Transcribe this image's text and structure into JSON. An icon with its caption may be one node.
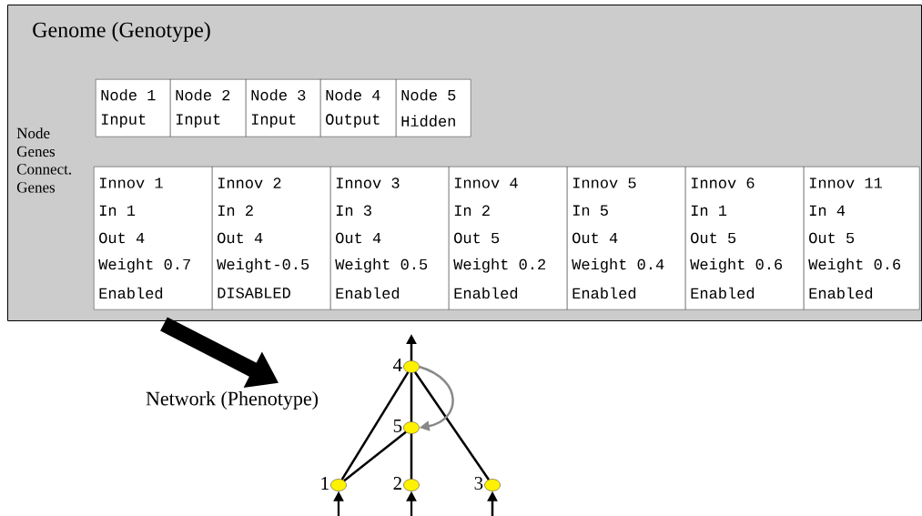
{
  "diagram": {
    "nodes": [
      {
        "text": [
          "Genome (Genotype)"
        ]
      },
      {
        "text": [
          "Node 1",
          "Input"
        ],
        "in": 0
      },
      {
        "text": [
          "Node 2",
          "Input"
        ],
        "in": 0
      },
      {
        "text": [
          "Node 3",
          "Input"
        ],
        "in": 0
      },
      {
        "text": [
          "Node 4",
          "Output"
        ],
        "in": 0
      },
      {
        "text": [
          "Node 5",
          "Hidden"
        ],
        "in": 0
      },
      {
        "text": [
          "Innov 1",
          "In 1",
          "Out 4",
          "Weight 0.7",
          "Enabled"
        ],
        "in": 0
      },
      {
        "text": [
          "Innov 2",
          "In 2",
          "Out 4",
          "Weight-0.5",
          "DISABLED"
        ],
        "in": 0
      },
      {
        "text": [
          "Innov 3",
          "In 3",
          "Out 4",
          "Weight 0.5",
          "Enabled"
        ],
        "in": 0
      },
      {
        "text": [
          "Innov 4",
          "In 2",
          "Out 5",
          "Weight 0.2",
          "Enabled"
        ],
        "in": 0
      },
      {
        "text": [
          "Innov 5",
          "In 5",
          "Out 4",
          "Weight 0.4",
          "Enabled"
        ],
        "in": 0
      },
      {
        "text": [
          "Innov 6",
          "In 1",
          "Out 5",
          "Weight 0.6",
          "Enabled"
        ],
        "in": 0
      },
      {
        "text": [
          "Innov 11",
          "In 4",
          "Out 5",
          "Weight 0.6",
          "Enabled"
        ],
        "in": 0
      },
      {
        "text": [
          "Network (Phenotype)"
        ]
      },
      {
        "text": [],
        "shape": "circle",
        "beside": [
          "4"
        ]
      },
      {
        "text": [],
        "shape": "circle",
        "beside": [
          "5"
        ]
      },
      {
        "text": [],
        "shape": "circle",
        "beside": [
          "1"
        ]
      },
      {
        "text": [],
        "shape": "circle",
        "beside": [
          "2"
        ]
      },
      {
        "text": [],
        "shape": "circle",
        "beside": [
          "3"
        ]
      }
    ],
    "edges": [
      {
        "from": 0,
        "to": 13,
        "arrow": "to",
        "style": "thick"
      },
      {
        "from": null,
        "to": 16,
        "arrow": "to"
      },
      {
        "from": null,
        "to": 17,
        "arrow": "to"
      },
      {
        "from": null,
        "to": 18,
        "arrow": "to"
      },
      {
        "from": 16,
        "to": 14,
        "arrow": "none"
      },
      {
        "from": 16,
        "to": 15,
        "arrow": "none"
      },
      {
        "from": 17,
        "to": 15,
        "arrow": "none"
      },
      {
        "from": 15,
        "to": 14,
        "arrow": "none"
      },
      {
        "from": 18,
        "to": 14,
        "arrow": "none"
      },
      {
        "from": 14,
        "to": null,
        "arrow": "to"
      },
      {
        "from": 14,
        "to": 15,
        "arrow": "to",
        "color": "#888888"
      }
    ],
    "labels": [
      "Node Genes",
      "Connect. Genes"
    ]
  }
}
